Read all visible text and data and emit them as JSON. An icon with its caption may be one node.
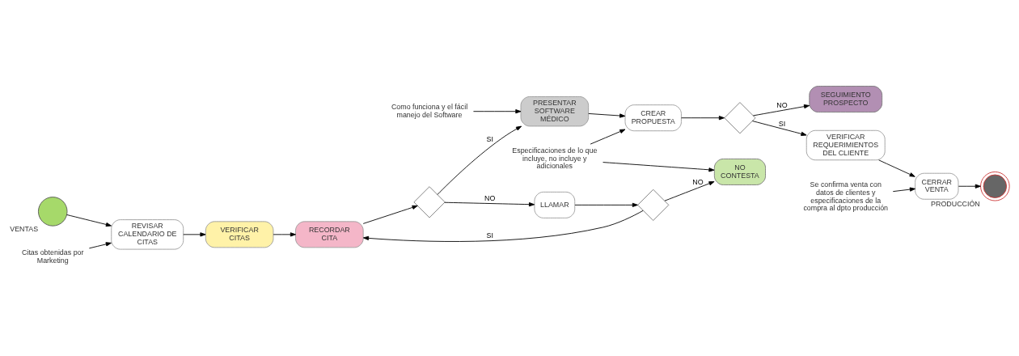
{
  "diagram": {
    "nodes": [
      {
        "text": [
          "VENTAS"
        ]
      },
      {
        "text": [
          "Citas obtenidas por Marketing"
        ]
      },
      {
        "text": [
          "REVISAR CALENDARIO DE CITAS"
        ]
      },
      {
        "text": [
          "VERIFICAR CITAS"
        ]
      },
      {
        "text": [
          "RECORDAR CITA"
        ]
      },
      {
        "text": [],
        "shape": "diamond"
      },
      {
        "text": [
          "Como funciona y el fácil manejo del Software"
        ]
      },
      {
        "text": [
          "PRESENTAR SOFTWARE MÉDICO"
        ]
      },
      {
        "text": [
          "CREAR PROPUESTA"
        ]
      },
      {
        "text": [],
        "shape": "diamond"
      },
      {
        "text": [
          "SEGUIMIENTO PROSPECTO"
        ]
      },
      {
        "text": [
          "VERIFICAR REQUERIMIENTOS DEL CLIENTE"
        ]
      },
      {
        "text": [
          "Se confirma venta con datos de clientes y especificaciones de la compra al dpto producción"
        ]
      },
      {
        "text": [
          "CERRAR VENTA"
        ]
      },
      {
        "text": [
          "Especificaciones de lo que incluye, no incluye y adicionales"
        ]
      },
      {
        "text": [
          "LLAMAR"
        ]
      },
      {
        "text": [],
        "shape": "diamond"
      },
      {
        "text": [
          "NO CONTESTA"
        ]
      },
      {
        "text": [
          "PRODUCCIÓN"
        ]
      }
    ],
    "edges": [
      {
        "from": 0,
        "to": 2,
        "arrow": "to"
      },
      {
        "from": 1,
        "to": 2,
        "arrow": "to"
      },
      {
        "from": 2,
        "to": 3,
        "arrow": "to"
      },
      {
        "from": 3,
        "to": 4,
        "arrow": "to"
      },
      {
        "from": 4,
        "to": 5,
        "arrow": "to"
      },
      {
        "from": 5,
        "to": 7,
        "arrow": "to",
        "label": "SI"
      },
      {
        "from": 5,
        "to": 15,
        "arrow": "to",
        "label": "NO"
      },
      {
        "from": 6,
        "to": 7,
        "arrow": "to"
      },
      {
        "from": 7,
        "to": 8,
        "arrow": "to"
      },
      {
        "from": 8,
        "to": 9,
        "arrow": "to"
      },
      {
        "from": 9,
        "to": 10,
        "arrow": "to",
        "label": "NO"
      },
      {
        "from": 9,
        "to": 11,
        "arrow": "to",
        "label": "SI"
      },
      {
        "from": 11,
        "to": 13,
        "arrow": "to"
      },
      {
        "from": 12,
        "to": 13,
        "arrow": "to"
      },
      {
        "from": 13,
        "to": 18,
        "arrow": "to"
      },
      {
        "from": 14,
        "to": 8,
        "arrow": "to"
      },
      {
        "from": 14,
        "to": 17,
        "arrow": "to"
      },
      {
        "from": 15,
        "to": 16,
        "arrow": "to"
      },
      {
        "from": 16,
        "to": 17,
        "arrow": "to",
        "label": "NO"
      },
      {
        "from": 16,
        "to": 4,
        "arrow": "to",
        "label": "SI"
      }
    ]
  }
}
